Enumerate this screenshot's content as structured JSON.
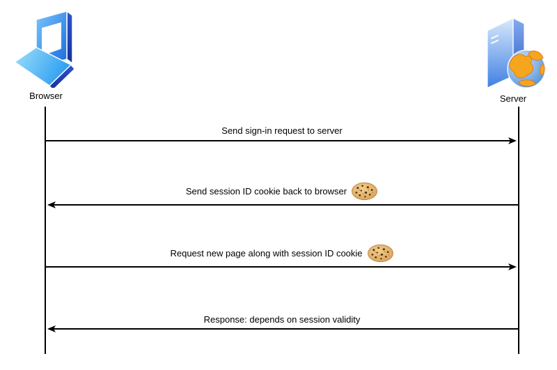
{
  "diagram": {
    "type": "sequence-diagram",
    "actors": [
      {
        "id": "browser",
        "label": "Browser",
        "icon": "laptop-icon"
      },
      {
        "id": "server",
        "label": "Server",
        "icon": "server-icon"
      }
    ],
    "messages": [
      {
        "index": 1,
        "text": "Send sign-in request to server",
        "from": "browser",
        "to": "server",
        "direction": "right",
        "cookie_icon": false
      },
      {
        "index": 2,
        "text": "Send session ID cookie back to browser",
        "from": "server",
        "to": "browser",
        "direction": "left",
        "cookie_icon": true
      },
      {
        "index": 3,
        "text": "Request new page along with session ID cookie",
        "from": "browser",
        "to": "server",
        "direction": "right",
        "cookie_icon": true
      },
      {
        "index": 4,
        "text": "Response: depends on session validity",
        "from": "server",
        "to": "browser",
        "direction": "left",
        "cookie_icon": false
      }
    ],
    "colors": {
      "line": "#000000",
      "background": "#ffffff",
      "laptop_blue": "#2196F3",
      "laptop_dark_blue": "#1B3FAF",
      "laptop_deck_cyan": "#7FD0F7",
      "server_front_blue": "#3F7FE4",
      "globe_ocean_blue": "#4F94DE",
      "globe_orange": "#F5A61E",
      "cookie_tan": "#D79A4F",
      "cookie_chip_brown": "#4A2A0E"
    }
  }
}
